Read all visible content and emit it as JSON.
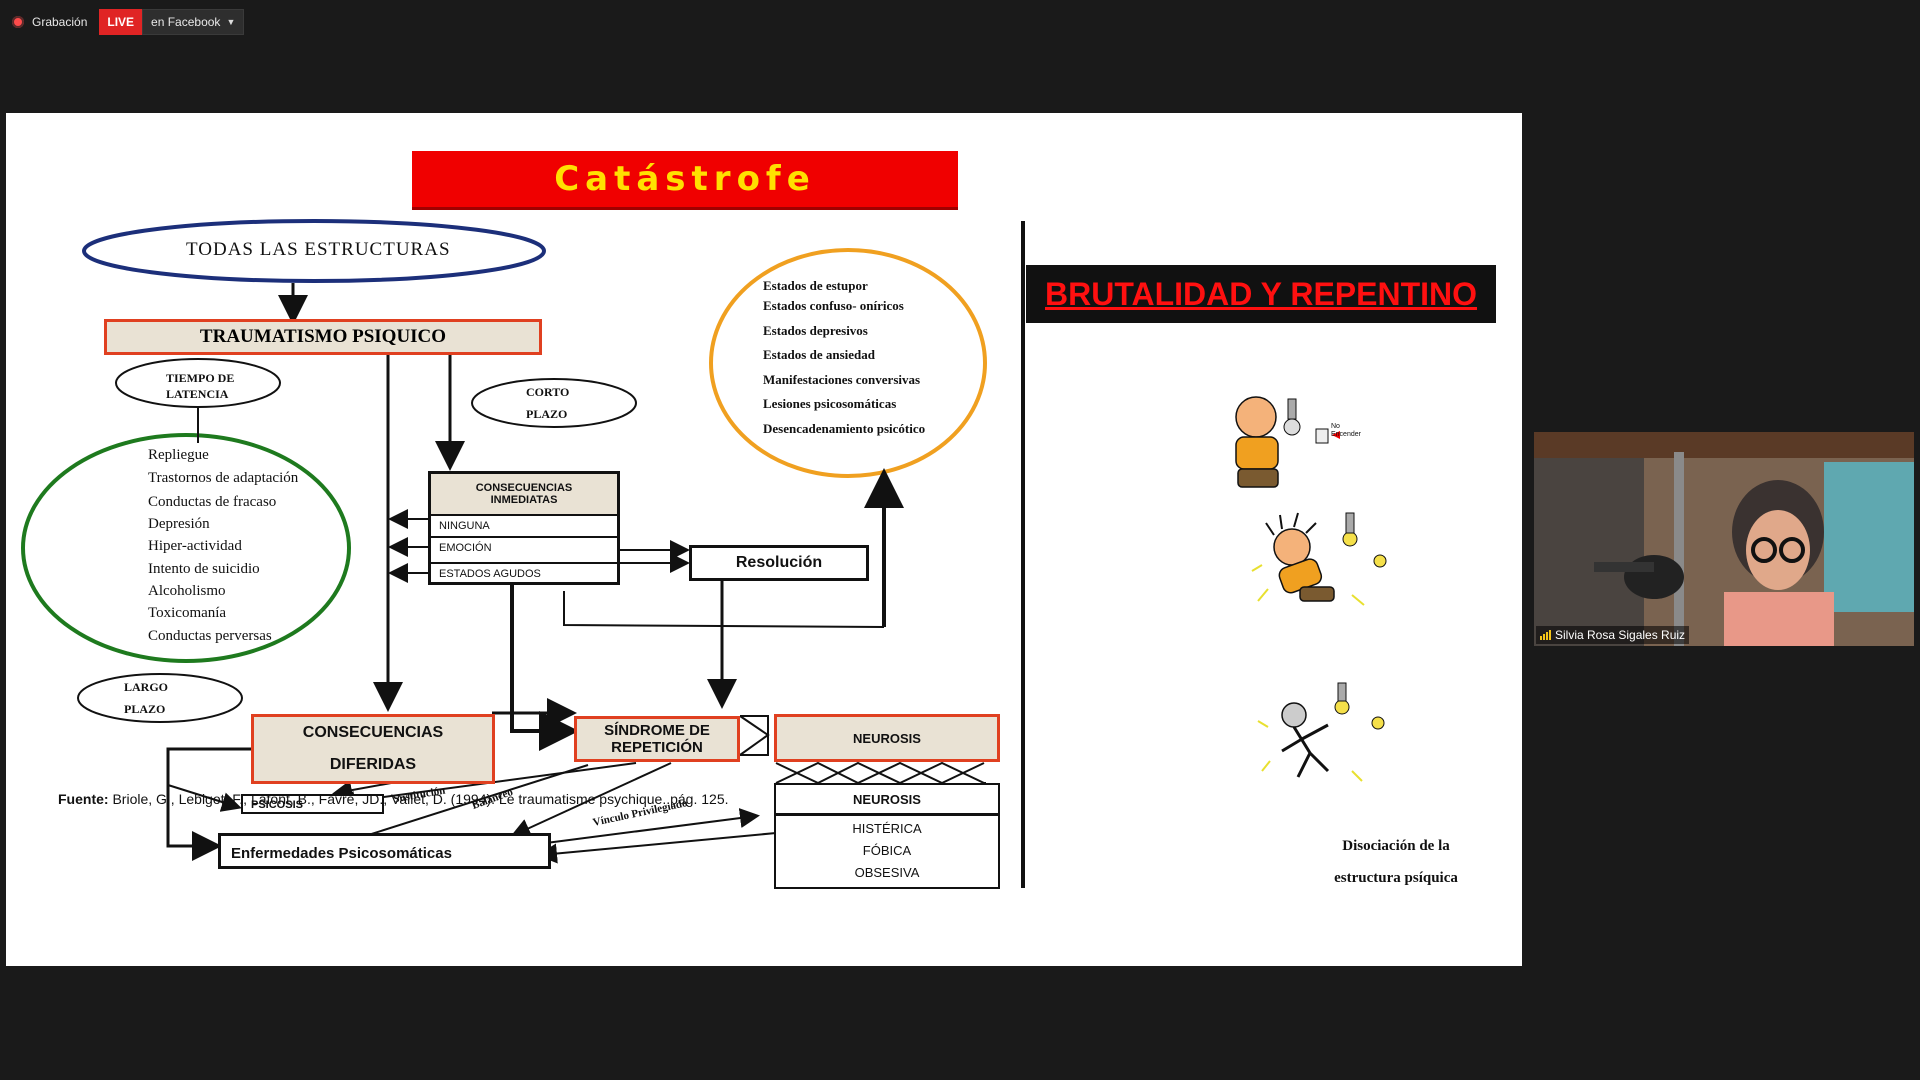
{
  "topbar": {
    "recording_label": "Grabación",
    "live_label": "LIVE",
    "live_target": "en Facebook"
  },
  "slide": {
    "title": "Catástrofe",
    "all_structures": "TODAS LAS ESTRUCTURAS",
    "trauma": "TRAUMATISMO PSIQUICO",
    "latency_1": "TIEMPO DE",
    "latency_2": "LATENCIA",
    "short_1": "CORTO",
    "short_2": "PLAZO",
    "long_1": "LARGO",
    "long_2": "PLAZO",
    "green_items": [
      "Repliegue",
      "Trastornos de adaptación",
      "Conductas de fracaso",
      "Depresión",
      "Hiper-actividad",
      "Intento de suicidio",
      "Alcoholismo",
      "Toxicomanía",
      "Conductas perversas"
    ],
    "orange_items": [
      "Estados de estupor",
      "Estados confuso- oníricos",
      "Estados depresivos",
      "Estados de ansiedad",
      "Manifestaciones conversivas",
      "Lesiones psicosomáticas",
      "Desencadenamiento psicótico"
    ],
    "immediate_1": "CONSECUENCIAS",
    "immediate_2": "INMEDIATAS",
    "immediate_rows": [
      "NINGUNA",
      "EMOCIÓN",
      "ESTADOS AGUDOS"
    ],
    "resolution": "Resolución",
    "deferred_1": "CONSECUENCIAS",
    "deferred_2": "DIFERIDAS",
    "repetition_1": "SÍNDROME DE",
    "repetition_2": "REPETICIÓN",
    "neurosis_top": "NEUROSIS",
    "neurosis_box": "NEUROSIS",
    "neurosis_types": [
      "HISTÉRICA",
      "FÓBICA",
      "OBSESIVA"
    ],
    "psicosis": "PSICOSIS",
    "psychosomatic": "Enfermedades Psicosomáticas",
    "label_substitution": "Sustitución",
    "label_balance": "Balanceo",
    "label_link": "Vínculo Privilegiado",
    "brutality": "BRUTALIDAD Y REPENTINO",
    "no_label": "No",
    "encender_label": "Encender",
    "caption_1": "Disociación de la",
    "caption_2": "estructura psíquica",
    "source_label": "Fuente:",
    "source_text": " Briole, G., Lebigot, F., Lafont, B., Favre, JD., Vallet, D. (1994). Le traumatisme psychique. pág. 125."
  },
  "camera": {
    "participant_name": "Silvia Rosa Sigales Ruiz"
  },
  "colors": {
    "title_red": "#f00000",
    "title_yellow": "#ffe000",
    "green_ellipse": "#1e7a1e",
    "orange_ellipse": "#f0a020",
    "navy_ellipse": "#1c2f7a",
    "box_border": "#e04020"
  }
}
